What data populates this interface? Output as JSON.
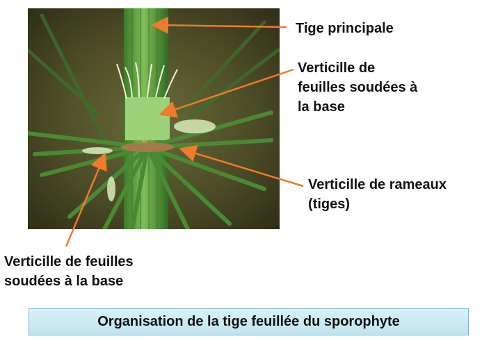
{
  "labels": {
    "tige_principale": "Tige principale",
    "verticille_feuilles_1": "Verticille de\nfeuilles soudées à\nla base",
    "verticille_rameaux": "Verticille de rameaux\n(tiges)",
    "verticille_feuilles_2": "Verticille de feuilles\nsoudées à la base"
  },
  "caption": "Organisation de la tige feuillée du sporophyte",
  "colors": {
    "arrow": "#f07b2a",
    "caption_bg": "#cbeaf2",
    "caption_border": "#7fb7c9",
    "stem_green": "#5c9a3c"
  }
}
